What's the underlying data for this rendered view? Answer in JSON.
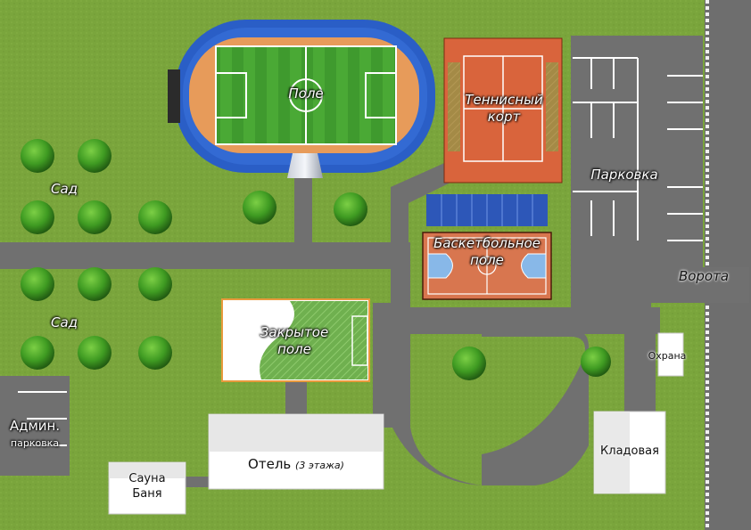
{
  "labels": {
    "field": "Поле",
    "tennis_line1": "Теннисный",
    "tennis_line2": "корт",
    "parking": "Парковка",
    "garden_top": "Сад",
    "garden_bottom": "Сад",
    "basketball_line1": "Баскетбольное",
    "basketball_line2": "поле",
    "gate": "Ворота",
    "indoor_line1": "Закрытое",
    "indoor_line2": "поле",
    "security": "Охрана",
    "admin_line1": "Админ.",
    "admin_line2": "парковка",
    "hotel": "Отель",
    "hotel_note": "(3 этажа)",
    "sauna_line1": "Сауна",
    "sauna_line2": "Баня",
    "storage": "Кладовая"
  },
  "colors": {
    "grass": "#7da63f",
    "asphalt": "#6e6e6e",
    "track": "#2a5ec6",
    "tennis": "#d9643c",
    "basketball": "#d8764f",
    "field_green": "#3f9a2e"
  }
}
